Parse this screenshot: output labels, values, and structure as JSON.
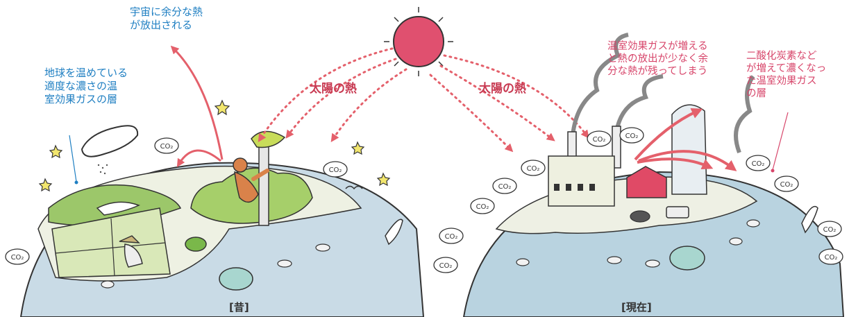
{
  "labels": {
    "space_heat": "宇宙に余分な熱\nが放出される",
    "moderate_layer": "地球を温めている\n適度な濃さの温\n室効果ガスの層",
    "sun_heat_left": "太陽の熱",
    "sun_heat_right": "太陽の熱",
    "trapped_heat": "温室効果ガスが増える\nと熱の放出が少なく余\n分な熱が残ってしまう",
    "thick_layer": "二酸化炭素など\nが増えて濃くなっ\nた温室効果ガス\nの層",
    "co2": "CO₂"
  },
  "captions": {
    "past": "[昔]",
    "present": "[現在]"
  },
  "colors": {
    "sun": "#e0506f",
    "arrow": "#e4606b",
    "label_blue": "#1f7fc2",
    "label_pink": "#d7456a",
    "sea": "#c9dbe6",
    "land": "#eef1e3",
    "grass": "#9cc76a"
  }
}
